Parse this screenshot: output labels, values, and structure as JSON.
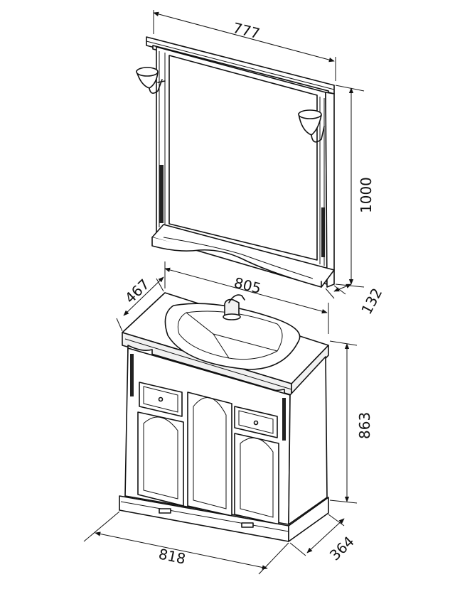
{
  "dimensions": {
    "mirror_width": "777",
    "mirror_height": "1000",
    "mirror_depth": "132",
    "sink_width": "805",
    "sink_depth": "467",
    "cabinet_height": "863",
    "cabinet_depth": "364",
    "cabinet_width": "818"
  }
}
